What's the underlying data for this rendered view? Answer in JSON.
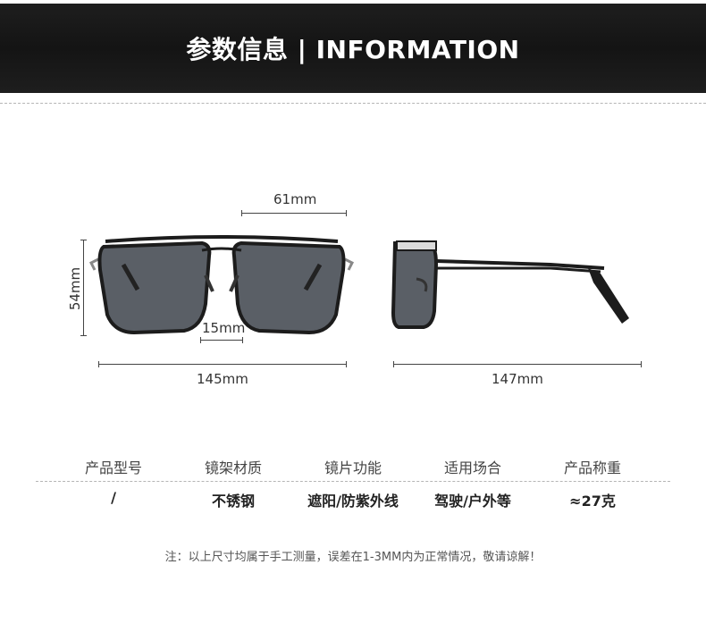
{
  "header": {
    "title": "参数信息 | INFORMATION"
  },
  "dimensions": {
    "lens_width": "61mm",
    "lens_height": "54mm",
    "bridge": "15mm",
    "frame_width": "145mm",
    "temple_length": "147mm"
  },
  "specs": {
    "headers": [
      "产品型号",
      "镜架材质",
      "镜片功能",
      "适用场合",
      "产品称重"
    ],
    "values": [
      "/",
      "不锈钢",
      "遮阳/防紫外线",
      "驾驶/户外等",
      "≈27克"
    ]
  },
  "note": "注：以上尺寸均属于手工测量，误差在1-3MM内为正常情况，敬请谅解！",
  "colors": {
    "header_bg": "#1a1a1a",
    "lens": "#5a5f66",
    "frame": "#1c1c1c"
  }
}
